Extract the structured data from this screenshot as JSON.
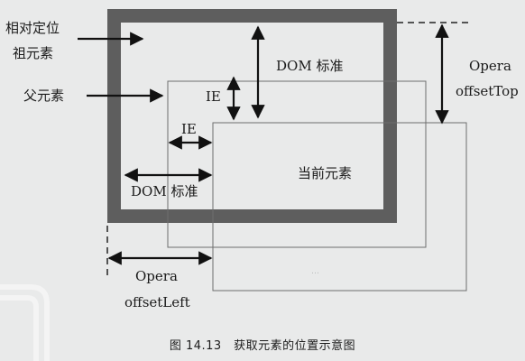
{
  "labels": {
    "positioned_ancestor": [
      "相对定位",
      "祖元素"
    ],
    "parent": "父元素",
    "current": "当前元素",
    "dom_standard_top": "DOM 标准",
    "dom_standard_left": "DOM 标准",
    "ie_top": "IE",
    "ie_left": "IE",
    "opera_top": [
      "Opera",
      "offsetTop"
    ],
    "opera_left": [
      "Opera",
      "offsetLeft"
    ]
  },
  "caption": "图 14.13　获取元素的位置示意图",
  "colors": {
    "background": "#e9eaea",
    "ancestor_border": "#5e5e5e",
    "thin_line": "#6d6d6d",
    "arrow": "#111111"
  }
}
